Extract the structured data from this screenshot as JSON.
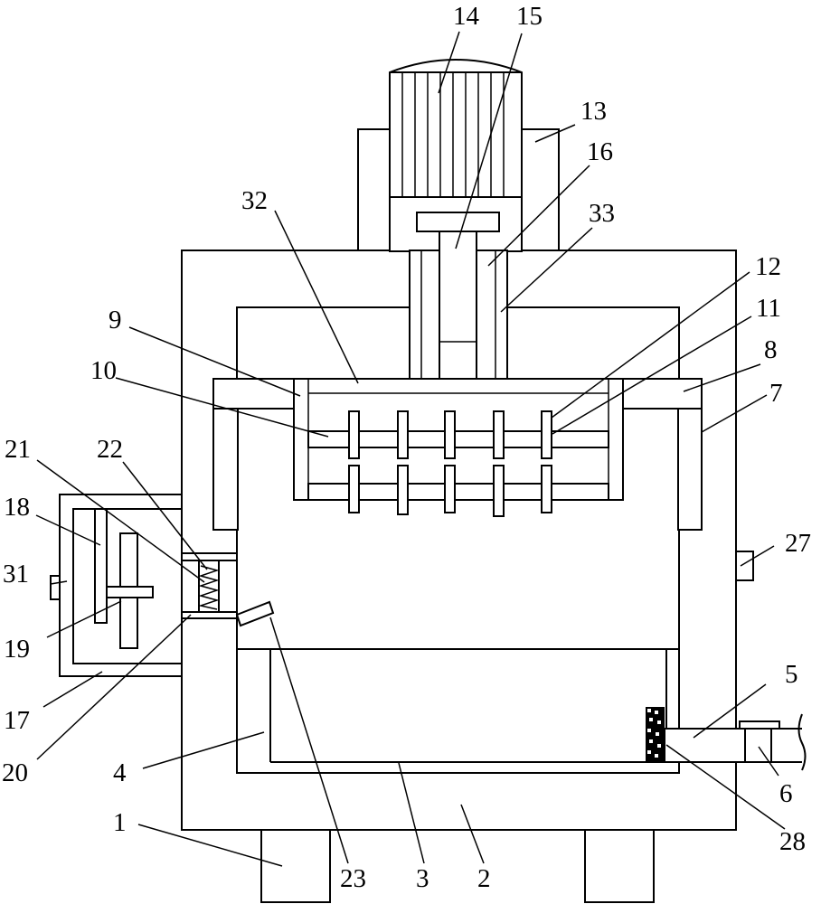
{
  "figure": {
    "labels": {
      "n1": "1",
      "n2": "2",
      "n3": "3",
      "n4": "4",
      "n5": "5",
      "n6": "6",
      "n7": "7",
      "n8": "8",
      "n9": "9",
      "n10": "10",
      "n11": "11",
      "n12": "12",
      "n13": "13",
      "n14": "14",
      "n15": "15",
      "n16": "16",
      "n17": "17",
      "n18": "18",
      "n19": "19",
      "n20": "20",
      "n21": "21",
      "n22": "22",
      "n23": "23",
      "n27": "27",
      "n28": "28",
      "n31": "31",
      "n32": "32",
      "n33": "33"
    }
  }
}
